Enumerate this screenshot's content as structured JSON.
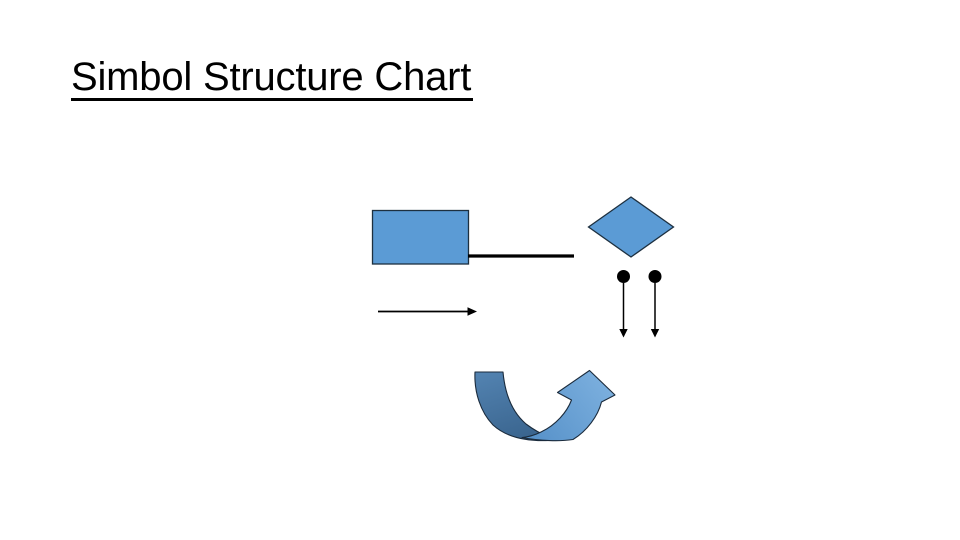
{
  "slide": {
    "title": "Simbol Structure Chart"
  },
  "colors": {
    "background": "#ffffff",
    "title_text": "#000000",
    "ink": "#000000",
    "shape_fill": "#5b9bd5",
    "shape_stroke": "#1d3040",
    "curve_stroke": "#1b2b3c",
    "curve_dark_top": "#5282b0",
    "curve_dark_bottom": "#3b6690",
    "curve_light_start": "#5590c8",
    "curve_light_end": "#7fb2e0"
  },
  "shapes": {
    "module_box": "module-rectangle",
    "connector": "connector-line",
    "decision": "decision-diamond",
    "data_couples": [
      "data-couple-arrow-left",
      "data-couple-arrow-right"
    ],
    "flow": "flow-arrow",
    "loop": "curved-u-arrow"
  }
}
